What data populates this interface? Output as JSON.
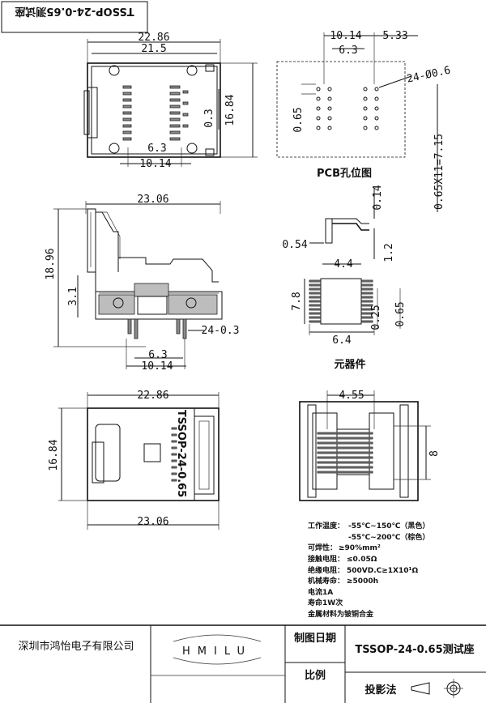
{
  "header_label": "TSSOP-24-0.65测试座",
  "top_view": {
    "width_outer": "22.86",
    "width_inner": "21.5",
    "height": "16.84",
    "pitch_offset": "0.3",
    "row_spacing_a": "6.3",
    "row_spacing_b": "10.14"
  },
  "pcb_layout": {
    "span_outer": "10.14",
    "span_edge": "5.33",
    "span_inner": "6.3",
    "hole_spec": "24-Ø0.6",
    "pitch": "0.65",
    "pitch_total": "0.65X11=7.15",
    "caption": "PCB孔位图"
  },
  "side_view": {
    "width": "23.06",
    "height": "18.96",
    "base_height": "3.1",
    "pin_spec": "24-0.3",
    "row_spacing_a": "6.3",
    "row_spacing_b": "10.14"
  },
  "component": {
    "lead_thickness": "0.14",
    "lead_foot": "0.54",
    "standoff": "1.2",
    "body_width": "4.4",
    "body_length": "7.8",
    "lead_width": "0.25",
    "pitch": "0.65",
    "span": "6.4",
    "caption": "元器件"
  },
  "bottom_view": {
    "width_top": "22.86",
    "width_bottom": "23.06",
    "height": "16.84",
    "label": "TSSOP-24-0.65"
  },
  "right_bottom_view": {
    "width": "4.55",
    "height": "8"
  },
  "specs": [
    {
      "label": "工作温度：",
      "value": "-55℃~150℃（黑色）"
    },
    {
      "label": "",
      "value": "-55℃~200℃（棕色）"
    },
    {
      "label": "可焊性：",
      "value": "≥90%mm²"
    },
    {
      "label": "接触电阻：",
      "value": "≤0.05Ω"
    },
    {
      "label": "绝缘电阻：",
      "value": "500VD.C≥1X10¹Ω"
    },
    {
      "label": "机械寿命：",
      "value": "≥5000h"
    },
    {
      "label": "电流1A",
      "value": ""
    },
    {
      "label": "寿命1W次",
      "value": ""
    },
    {
      "label": "金属材料为铍铜合金",
      "value": ""
    }
  ],
  "title_block": {
    "company": "深圳市鸿怡电子有限公司",
    "logo_text": "HMILU",
    "date_label": "制图日期",
    "part_title": "TSSOP-24-0.65测试座",
    "scale_label": "比例",
    "projection_label": "投影法"
  }
}
